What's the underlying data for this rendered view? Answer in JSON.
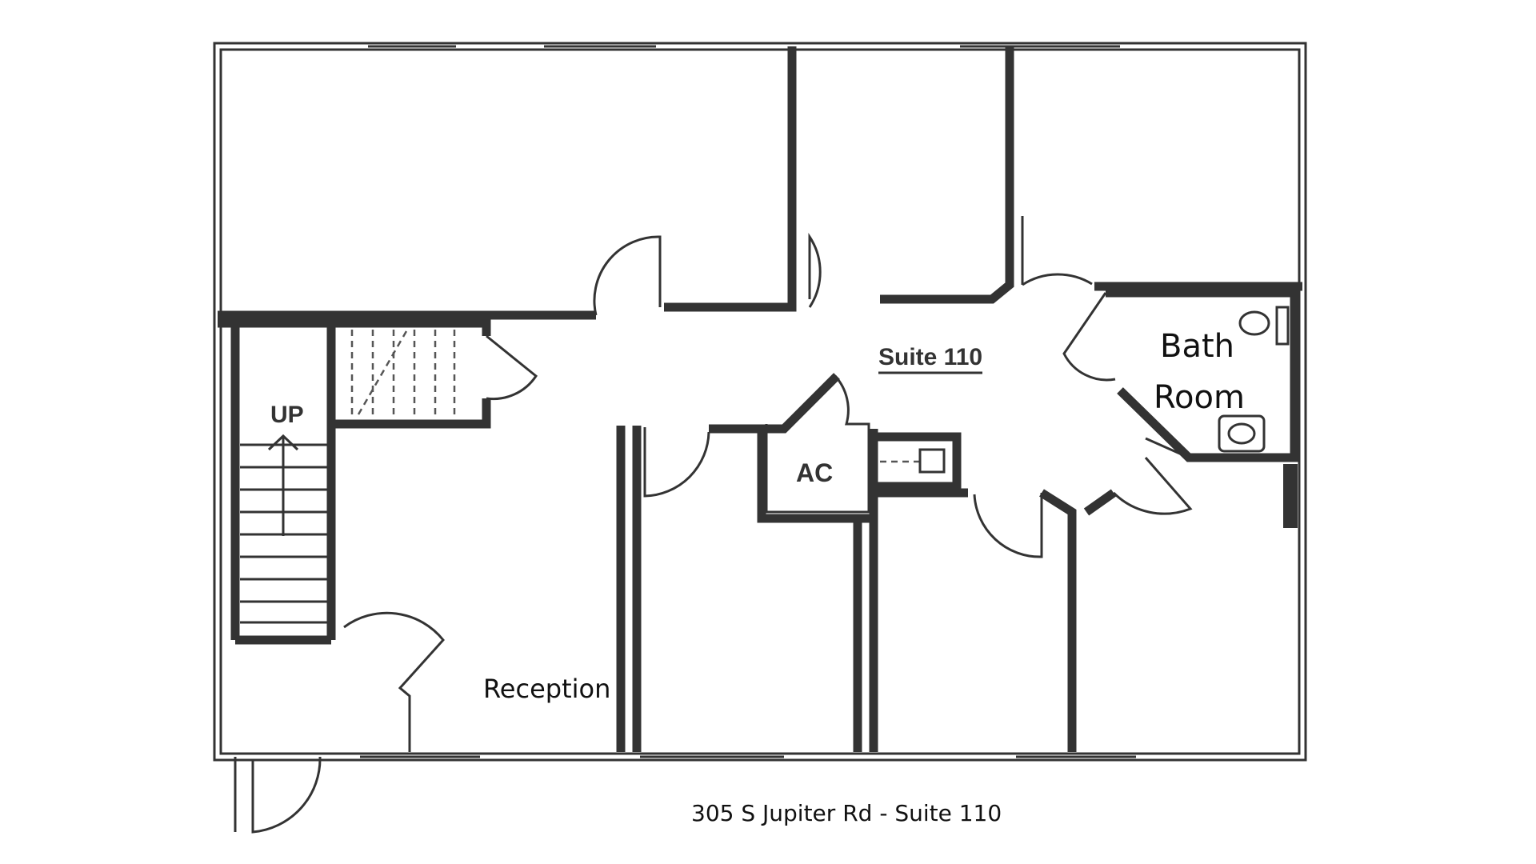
{
  "plan": {
    "suite_label": "Suite 110",
    "stair_label": "UP",
    "ac_label": "AC",
    "bath_label_line1": "Bath",
    "bath_label_line2": "Room",
    "reception_label": "Reception",
    "caption": "305 S Jupiter Rd - Suite 110"
  },
  "colors": {
    "line": "#333333",
    "background": "#ffffff"
  }
}
